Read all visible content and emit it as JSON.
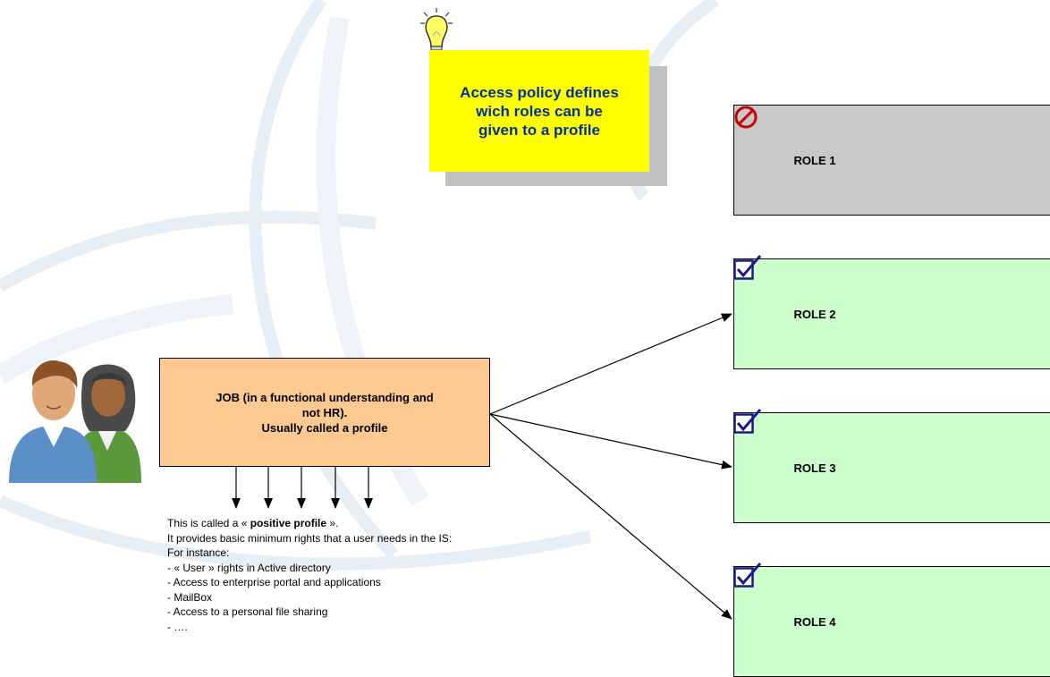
{
  "note": {
    "text": "Access policy defines\nwich roles can be\ngiven to a profile"
  },
  "job": {
    "text": "JOB (in a functional understanding and\nnot HR).\nUsually called a profile"
  },
  "roles": [
    {
      "label": "ROLE 1",
      "status": "denied",
      "status_icon": "prohibited-icon"
    },
    {
      "label": "ROLE 2",
      "status": "allowed",
      "status_icon": "checkbox-checked-icon"
    },
    {
      "label": "ROLE 3",
      "status": "allowed",
      "status_icon": "checkbox-checked-icon"
    },
    {
      "label": "ROLE 4",
      "status": "allowed",
      "status_icon": "checkbox-checked-icon"
    }
  ],
  "description": {
    "intro_prefix": "This is called a « ",
    "intro_bold": "positive profile",
    "intro_suffix": " ».",
    "line2": "It provides basic minimum rights that a user needs in the IS:",
    "line3": "For instance:",
    "items": [
      "- « User » rights in Active directory",
      "- Access to  enterprise portal and applications",
      "- MailBox",
      "- Access to a personal file sharing",
      "- …."
    ]
  },
  "icons": {
    "idea": "lightbulb-icon",
    "users": "users-icon"
  },
  "colors": {
    "note_bg": "#ffff00",
    "note_text": "#003399",
    "job_bg": "#fcc990",
    "role_denied_bg": "#c8c8c8",
    "role_allowed_bg": "#ccffcc",
    "deny_icon": "#cc0000",
    "check_icon": "#1a1a8c",
    "background_arcs": "#e3ecf5"
  }
}
